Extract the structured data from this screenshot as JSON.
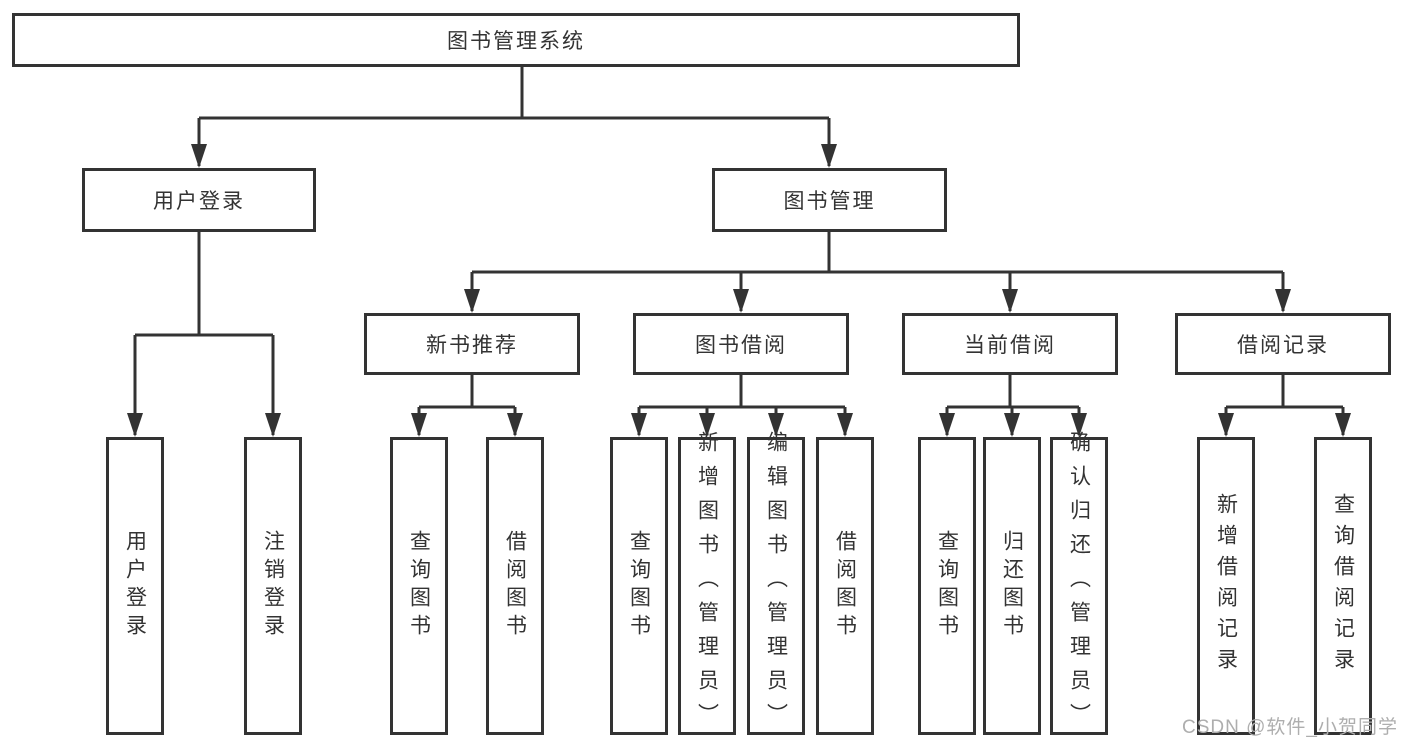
{
  "diagram_title": "图书管理系统",
  "colors": {
    "line": "#333333",
    "box_border": "#333333",
    "text": "#333333",
    "background": "#ffffff",
    "watermark": "#aeaeae"
  },
  "tree": {
    "label": "图书管理系统",
    "children": [
      {
        "label": "用户登录",
        "children": [
          {
            "label": "用户登录"
          },
          {
            "label": "注销登录"
          }
        ]
      },
      {
        "label": "图书管理",
        "children": [
          {
            "label": "新书推荐",
            "children": [
              {
                "label": "查询图书"
              },
              {
                "label": "借阅图书"
              }
            ]
          },
          {
            "label": "图书借阅",
            "children": [
              {
                "label": "查询图书"
              },
              {
                "label": "新增图书（管理员）"
              },
              {
                "label": "编辑图书（管理员）"
              },
              {
                "label": "借阅图书"
              }
            ]
          },
          {
            "label": "当前借阅",
            "children": [
              {
                "label": "查询图书"
              },
              {
                "label": "归还图书"
              },
              {
                "label": "确认归还（管理员）"
              }
            ]
          },
          {
            "label": "借阅记录",
            "children": [
              {
                "label": "新增借阅记录"
              },
              {
                "label": "查询借阅记录"
              }
            ]
          }
        ]
      }
    ]
  },
  "watermark": "CSDN @软件_小贺同学"
}
